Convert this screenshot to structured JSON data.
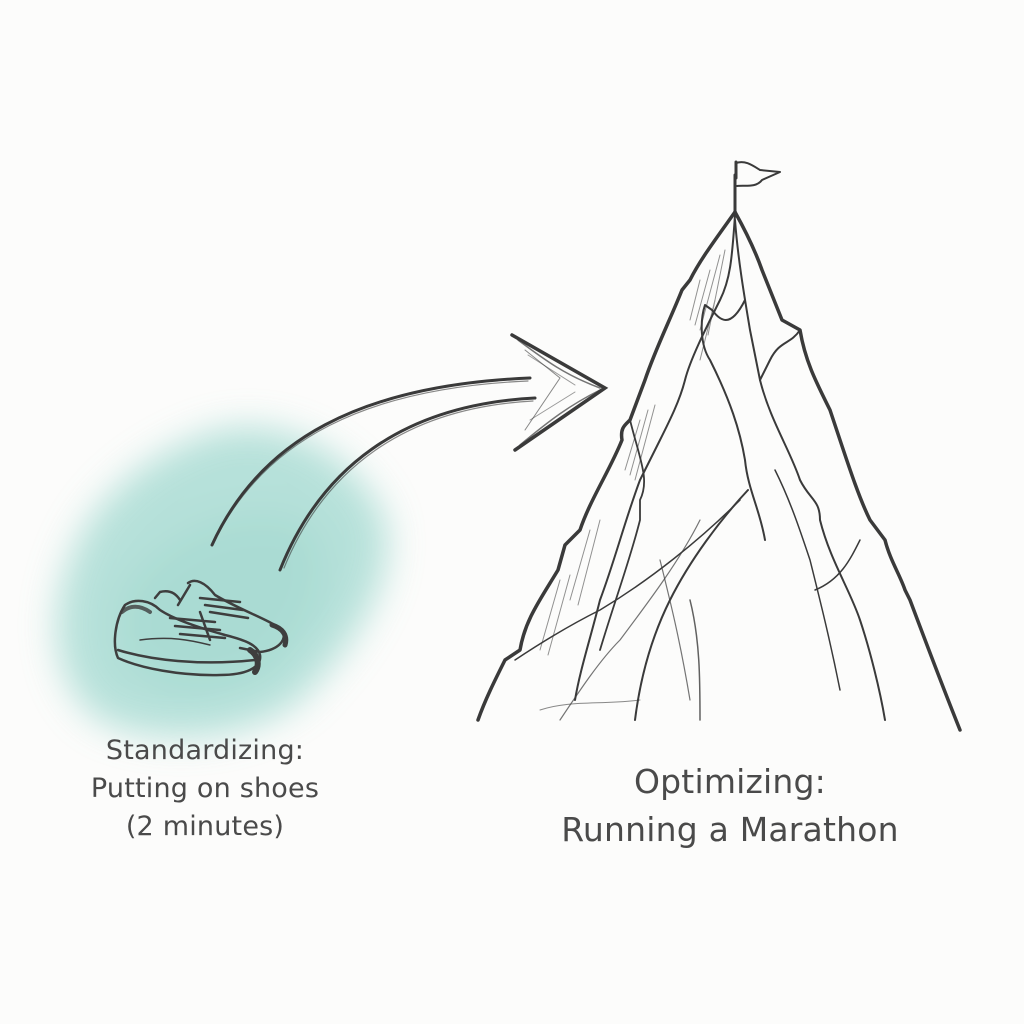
{
  "left": {
    "title": "Standardizing:",
    "subtitle": "Putting on shoes",
    "detail": "(2 minutes)",
    "icon": "sneakers-icon",
    "wash_color": "#9fd8cf"
  },
  "arrow": {
    "icon": "curved-arrow-icon",
    "direction": "left-to-right"
  },
  "right": {
    "title": "Optimizing:",
    "subtitle": "Running a Marathon",
    "icon": "mountain-with-flag-icon"
  },
  "colors": {
    "ink": "#3d3d3d",
    "background": "#fcfcfb",
    "accent_wash": "#9fd8cf"
  }
}
